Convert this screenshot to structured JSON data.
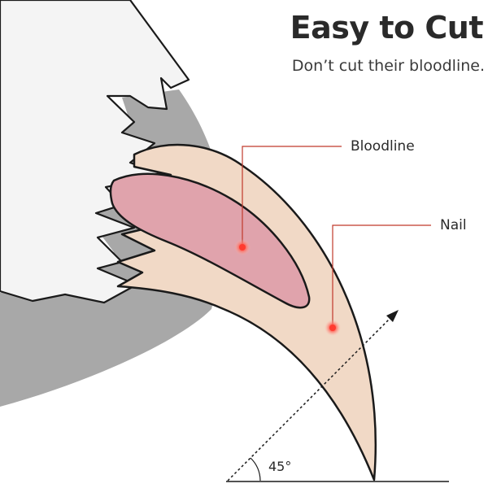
{
  "header": {
    "title": "Easy to Cut",
    "subtitle": "Don’t cut their bloodline."
  },
  "labels": {
    "bloodline": "Bloodline",
    "nail": "Nail",
    "angle": "45°"
  },
  "colors": {
    "fur_white": "#f4f4f4",
    "fur_gray": "#a8a8a8",
    "nail_fill": "#f1d9c6",
    "bloodline_fill": "#e0a3ac",
    "leader_line": "#c0392b",
    "marker": "#ff4a3d",
    "outline": "#1a1a1a"
  }
}
